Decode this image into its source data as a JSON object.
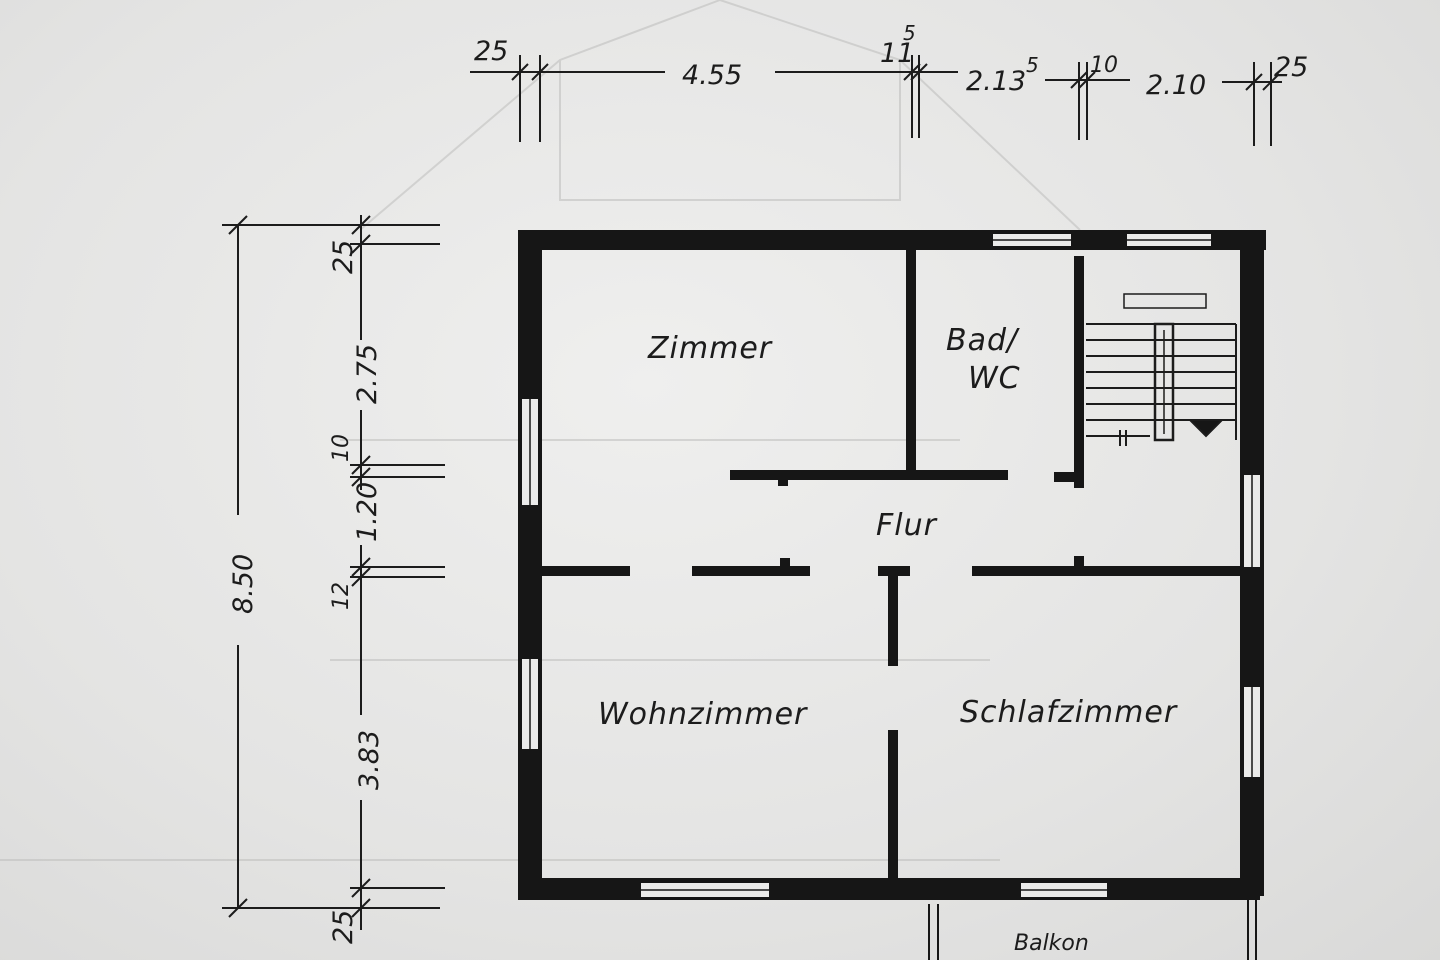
{
  "rooms": {
    "zimmer": "Zimmer",
    "bad_line1": "Bad/",
    "bad_line2": "WC",
    "flur": "Flur",
    "wohnzimmer": "Wohnzimmer",
    "schlafzimmer": "Schlafzimmer",
    "balkon": "Balkon"
  },
  "top_dimensions": {
    "d25_left": "25",
    "d455": "4.55",
    "d11": "11",
    "d11_sup": "5",
    "d213": "2.13",
    "d213_sup": "5",
    "d10": "10",
    "d210": "2.10",
    "d25_right": "25"
  },
  "left_dimensions": {
    "total": "8.50",
    "d25_top": "25",
    "d275": "2.75",
    "d10": "10",
    "d120": "1.20",
    "d12": "12",
    "d383": "3.83",
    "d25_bottom": "25"
  },
  "colors": {
    "wall": "#161616",
    "paper": "#e8e8e7",
    "line": "#1c1c1c"
  }
}
